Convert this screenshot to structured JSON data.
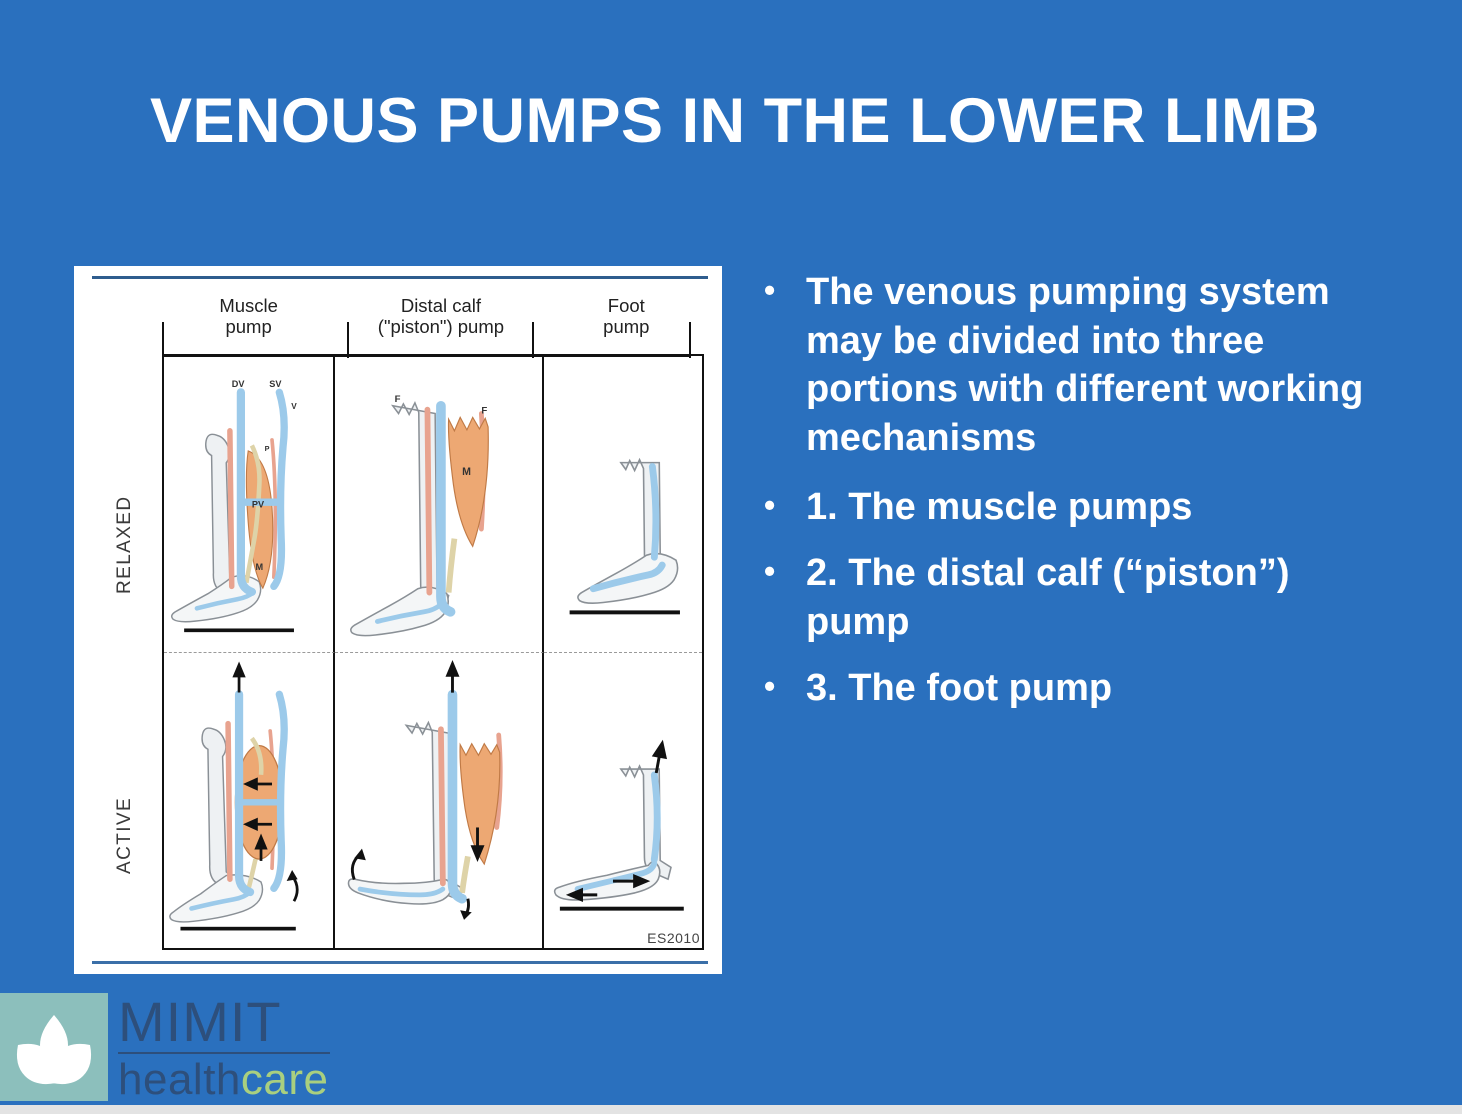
{
  "slide": {
    "title": "VENOUS PUMPS IN THE LOWER LIMB",
    "background_color": "#2a70be"
  },
  "bullets": [
    {
      "marker": "•",
      "text": "The venous pumping system may be divided into three portions with different working mechanisms"
    },
    {
      "marker": "•",
      "text": "1. The muscle pumps"
    },
    {
      "marker": "•",
      "text": "2. The distal calf (“piston”) pump"
    },
    {
      "marker": "•",
      "text": "3. The foot pump"
    }
  ],
  "figure": {
    "columns": [
      {
        "line1": "Muscle",
        "line2": "pump"
      },
      {
        "line1": "Distal calf",
        "line2": "(\"piston\") pump"
      },
      {
        "line1": "Foot",
        "line2": "pump"
      }
    ],
    "rows": [
      {
        "label": "RELAXED"
      },
      {
        "label": "ACTIVE"
      }
    ],
    "credit": "ES2010",
    "anatomy_labels": {
      "muscle_relaxed": [
        "DV",
        "SV",
        "V",
        "PV",
        "M",
        "P"
      ],
      "calf_relaxed": [
        "F",
        "F",
        "M"
      ]
    },
    "colors": {
      "vein": "#9ccaea",
      "artery": "#e8a38f",
      "muscle": "#eda873",
      "bone": "#eceff1",
      "tendon": "#ded3a8",
      "outline": "#555555"
    }
  },
  "logo": {
    "brand": "MIMIT",
    "sub_dark": "health",
    "sub_light": "care",
    "mark_color": "#8cbfbc",
    "brand_color": "#2d4f7c",
    "accent_color": "#a9cf7f",
    "icon": "leaf-trio-icon"
  }
}
